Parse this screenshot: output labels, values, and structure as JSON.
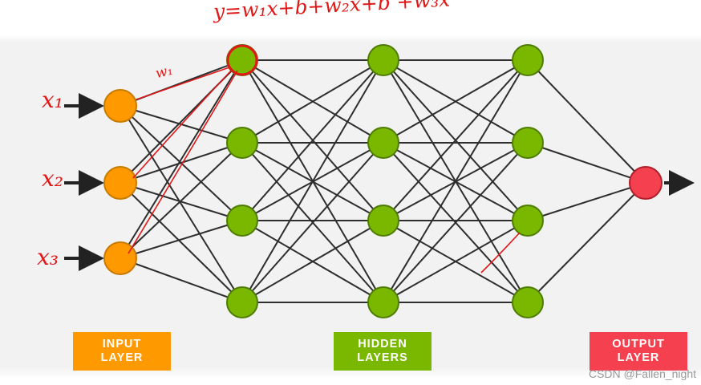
{
  "diagram": {
    "layers": [
      {
        "name": "input",
        "label_lines": [
          "INPUT",
          "LAYER"
        ],
        "color": "#ff9900"
      },
      {
        "name": "hidden",
        "label_lines": [
          "HIDDEN",
          "LAYERS"
        ],
        "color": "#7ab800"
      },
      {
        "name": "output",
        "label_lines": [
          "OUTPUT",
          "LAYER"
        ],
        "color": "#f5404f"
      }
    ],
    "annotations": {
      "formula": "y=w₁x+b+w₂x+b +w₃x",
      "weight": "w₁",
      "inputs": [
        "x₁",
        "x₂",
        "x₃"
      ]
    },
    "colors": {
      "input_node": "#ff9900",
      "hidden_node": "#7ab800",
      "output_node": "#f5404f",
      "edge": "#2e2e2e",
      "annotation": "#e01818"
    }
  },
  "watermark": "CSDN @Fallen_night"
}
